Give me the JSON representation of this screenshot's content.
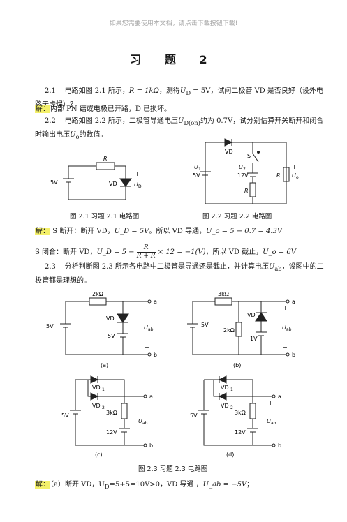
{
  "watermark": "如果您需要使用本文档，请点击下载按钮下载!",
  "title": "习  题  2",
  "q21": {
    "num": "2.1",
    "text_a": "电路如图 2.1 所示，",
    "formula_r": "R = 1kΩ",
    "text_b": "，测得",
    "formula_ud": "U",
    "formula_ud_sub": "D",
    "formula_ud_val": " = 5V",
    "text_c": "，试问二极管 VD 是否良好（设外电路无虚焊）？"
  },
  "a21": {
    "label": "解：",
    "text": "内部 PN 结或电极已开路，D 已损坏。"
  },
  "q22": {
    "num": "2.2",
    "text_a": "电路如图 2.2 所示，二极管导通电压",
    "formula": "U",
    "formula_sub": "D(on)",
    "text_b": "约为 0.7V，试分别估算开关断开和闭合时输出电压",
    "uo": "U",
    "uo_sub": "o",
    "text_c": "的数值。"
  },
  "fig21": {
    "caption": "图 2.1    习题 2.1 电路图",
    "labels": {
      "r": "R",
      "v": "5V",
      "vd": "VD",
      "plus": "+",
      "minus": "−",
      "ud": "U",
      "ud_sub": "D"
    }
  },
  "fig22": {
    "caption": "图 2.2    习题 2.2 电路图",
    "labels": {
      "vd": "VD",
      "s": "S",
      "u1": "U",
      "u1_sub": "1",
      "v1": "5V",
      "u2": "U",
      "u2_sub": "2",
      "v2": "12V",
      "r1": "R",
      "r2": "R",
      "uo": "U",
      "uo_sub": "o",
      "plus": "+",
      "minus": "−"
    }
  },
  "a22": {
    "label": "解：",
    "line1_a": "S 断开：断开 VD，",
    "line1_f1": "U_D = 5V",
    "line1_b": "。所以 VD 导通，",
    "line1_f2": "U_o = 5 − 0.7 = 4.3V",
    "line2_a": "S 闭合：断开 VD，",
    "line2_f1_pre": "U_D = 5 −",
    "line2_frac_num": "R",
    "line2_frac_den": "R + R",
    "line2_f1_post": "× 12 = −1(V)",
    "line2_b": "，所以 VD 截止，",
    "line2_f2": "U_o = 6V"
  },
  "q23": {
    "num": "2.3",
    "text_a": "分析判断图 2.3 所示各电路中二极管是导通还是截止，并计算电压",
    "uab": "U",
    "uab_sub": "ab",
    "text_b": "，设图中的二极管都是理想的。"
  },
  "fig23": {
    "caption": "图 2.3    习题 2.3 电路图",
    "a": {
      "tag": "(a)",
      "r": "2kΩ",
      "v1": "5V",
      "vd": "VD",
      "v2": "5V",
      "a": "a",
      "b": "b",
      "uab": "U",
      "uab_sub": "ab",
      "plus": "+",
      "minus": "−"
    },
    "b": {
      "tag": "(b)",
      "r": "3kΩ",
      "v1": "5V",
      "r2": "2kΩ",
      "vd": "VD",
      "v2": "1V",
      "a": "a",
      "b": "b",
      "uab": "U",
      "uab_sub": "ab",
      "plus": "+",
      "minus": "−"
    },
    "c": {
      "tag": "(c)",
      "vd1": "VD",
      "vd1_sub": "1",
      "vd2": "VD",
      "vd2_sub": "2",
      "v1": "5V",
      "r": "3kΩ",
      "v2": "12V",
      "a": "a",
      "b": "b",
      "uab": "U",
      "uab_sub": "ab",
      "plus": "+",
      "minus": "−"
    },
    "d": {
      "tag": "(d)",
      "vd1": "VD",
      "vd1_sub": "1",
      "vd2": "VD",
      "vd2_sub": "2",
      "v1": "5V",
      "r": "3kΩ",
      "v2": "12V",
      "a": "a",
      "b": "b",
      "uab": "U",
      "uab_sub": "ab",
      "plus": "+",
      "minus": "−"
    }
  },
  "a23": {
    "label": "解：",
    "text": "（a）断开 VD，U",
    "sub": "D",
    "text_b": "=5+5=10V>0，VD 导通 ，",
    "formula": "U_ab = −5V",
    "tail": "；"
  }
}
